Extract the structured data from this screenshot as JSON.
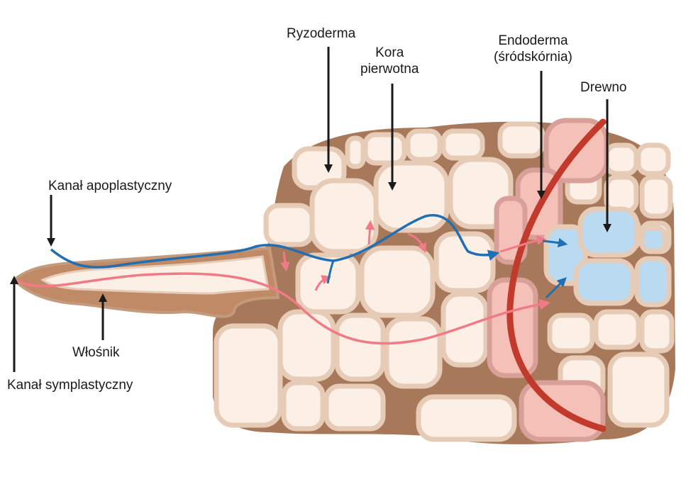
{
  "labels": {
    "rhizodermis": "Ryzoderma",
    "cortex_line1": "Kora",
    "cortex_line2": "pierwotna",
    "endodermis_line1": "Endoderma",
    "endodermis_line2": "(śródskórnia)",
    "xylem": "Drewno",
    "apoplastic": "Kanał apoplastyczny",
    "root_hair": "Włośnik",
    "symplastic": "Kanał symplastyczny"
  },
  "colors": {
    "wall_outer": "#c49a7c",
    "wall_inner": "#e6cbb7",
    "cell": "#fcefe5",
    "intercellular": "#a8785a",
    "endodermis": "#f4c0b8",
    "casparian": "#c23a2c",
    "xylem": "#b9daf0",
    "apoplastic_path": "#1f6fb2",
    "symplastic_path": "#f07b86",
    "arrow": "#1a1a1a"
  }
}
